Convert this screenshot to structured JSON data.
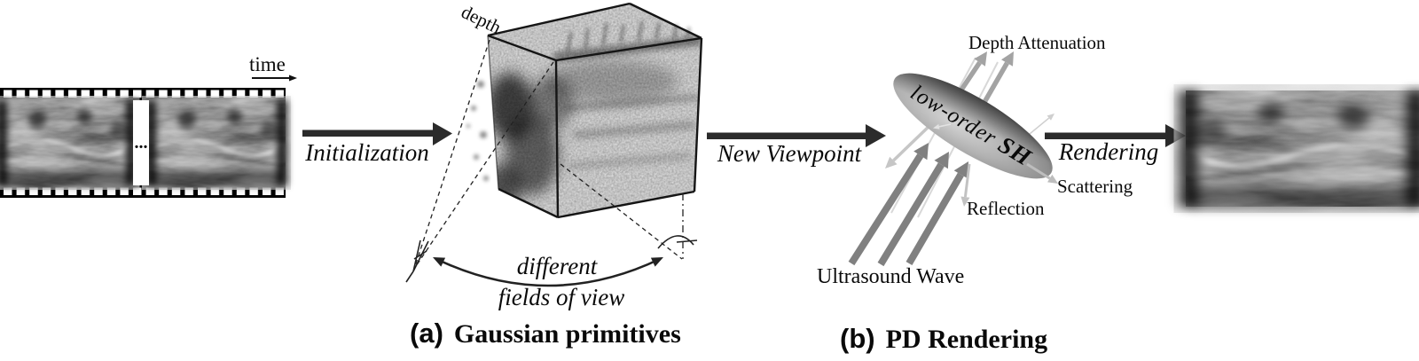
{
  "filmstrip": {
    "time_label": "time",
    "gap_dots": "..."
  },
  "flow": {
    "initialization": "Initialization",
    "new_viewpoint": "New Viewpoint",
    "rendering": "Rendering"
  },
  "stage_a": {
    "depth_label": "depth",
    "fov_line1": "different",
    "fov_line2": "fields of view"
  },
  "stage_b": {
    "ellipse_prefix": "low-order",
    "ellipse_sh": "SH",
    "depth_attenuation": "Depth Attenuation",
    "scattering": "Scattering",
    "reflection": "Reflection",
    "ultrasound_wave": "Ultrasound Wave"
  },
  "captions": {
    "a_marker": "(a)",
    "a_text": "Gaussian primitives",
    "b_marker": "(b)",
    "b_text": "PD Rendering"
  },
  "colors": {
    "background": "#ffffff",
    "text": "#0a0a0a",
    "arrow_dark": "#2b2b2b",
    "arrow_gray": "#a3a3a3",
    "arrow_medium_gray": "#808080",
    "arrow_light_gray": "#c6c6c6"
  }
}
